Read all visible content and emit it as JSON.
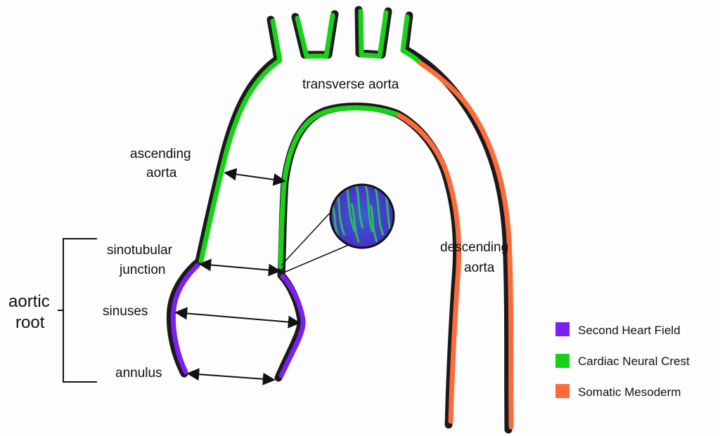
{
  "labels": {
    "transverse": "transverse aorta",
    "ascending_1": "ascending",
    "ascending_2": "aorta",
    "sinotubular_1": "sinotubular",
    "sinotubular_2": "junction",
    "sinuses": "sinuses",
    "annulus": "annulus",
    "descending_1": "descending",
    "descending_2": "aorta",
    "aortic_root_1": "aortic",
    "aortic_root_2": "root"
  },
  "legend": [
    {
      "label": "Second Heart Field",
      "color": "#7b1ff2"
    },
    {
      "label": "Cardiac Neural Crest",
      "color": "#17d317"
    },
    {
      "label": "Somatic Mesoderm",
      "color": "#ff6a3a"
    }
  ],
  "colors": {
    "outline": "#1a1a1a",
    "second_heart_field": "#7b1ff2",
    "cardiac_neural_crest": "#17d317",
    "somatic_mesoderm": "#ff6a3a",
    "arrow": "#111111"
  }
}
